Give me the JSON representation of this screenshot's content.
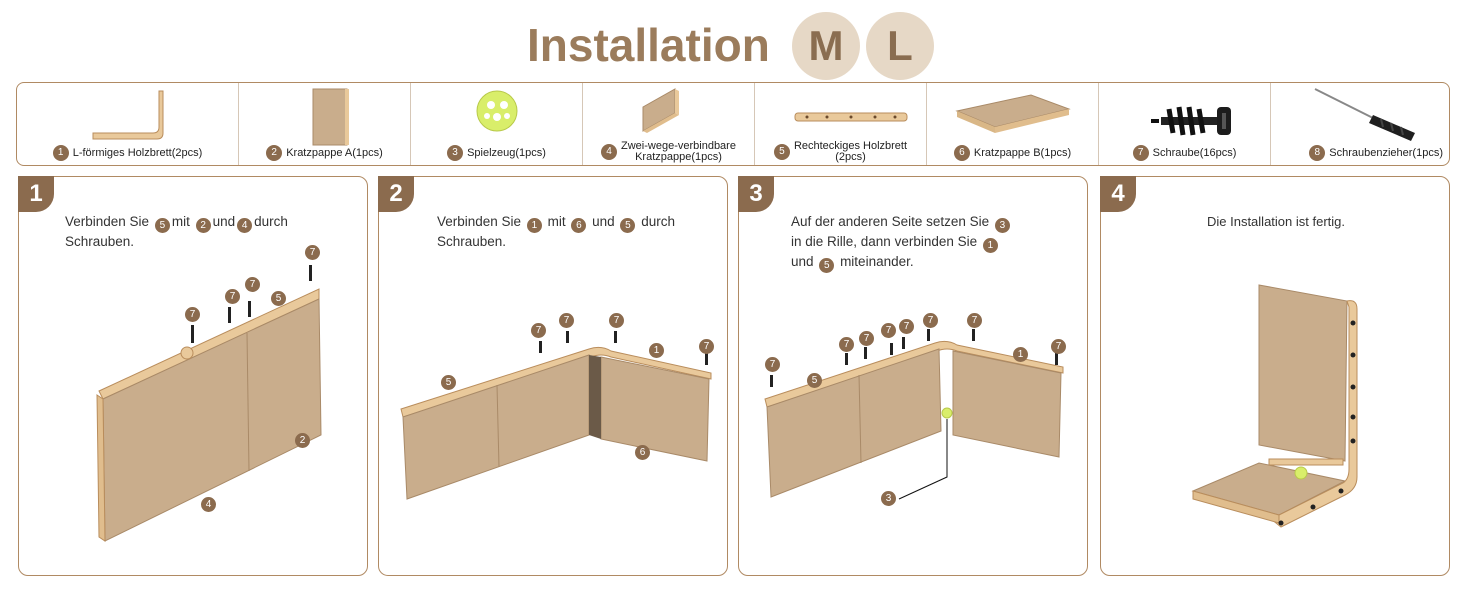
{
  "header": {
    "title": "Installation",
    "sizes": [
      "M",
      "L"
    ]
  },
  "parts": [
    {
      "num": "1",
      "label": "L-förmiges Holzbrett(2pcs)"
    },
    {
      "num": "2",
      "label": "Kratzpappe A(1pcs)"
    },
    {
      "num": "3",
      "label": "Spielzeug(1pcs)"
    },
    {
      "num": "4",
      "label_line1": "Zwei-wege-verbindbare",
      "label_line2": "Kratzpappe(1pcs)"
    },
    {
      "num": "5",
      "label_line1": "Rechteckiges Holzbrett",
      "label_line2": "(2pcs)"
    },
    {
      "num": "6",
      "label": "Kratzpappe B(1pcs)"
    },
    {
      "num": "7",
      "label": "Schraube(16pcs)"
    },
    {
      "num": "8",
      "label": "Schraubenzieher(1pcs)"
    }
  ],
  "steps": [
    {
      "badge": "1",
      "text": {
        "a": "Verbinden Sie",
        "n1": "5",
        "b": "mit",
        "n2": "2",
        "c": "und",
        "n3": "4",
        "d": "durch",
        "e": "Schrauben."
      },
      "labels": {
        "screw": "7",
        "board": "5",
        "cardA": "2",
        "cardB": "4"
      }
    },
    {
      "badge": "2",
      "text": {
        "a": "Verbinden Sie",
        "n1": "1",
        "b": "mit",
        "n2": "6",
        "c": "und",
        "n3": "5",
        "d": "durch",
        "e": "Schrauben."
      },
      "labels": {
        "screw": "7",
        "board5": "5",
        "board1": "1",
        "card6": "6"
      }
    },
    {
      "badge": "3",
      "text": {
        "a": "Auf der anderen Seite setzen Sie",
        "n1": "3",
        "b": "in die Rille, dann verbinden Sie",
        "n2": "1",
        "c": "und",
        "n3": "5",
        "d": "miteinander."
      },
      "labels": {
        "screw": "7",
        "board5": "5",
        "board1": "1",
        "toy": "3"
      }
    },
    {
      "badge": "4",
      "text": {
        "a": "Die Installation ist fertig."
      }
    }
  ],
  "colors": {
    "brown": "#8b6b4e",
    "title": "#9b7c5c",
    "circle": "#e6d8c6",
    "card": "#c9ad8c",
    "wood": "#e9c99b"
  }
}
